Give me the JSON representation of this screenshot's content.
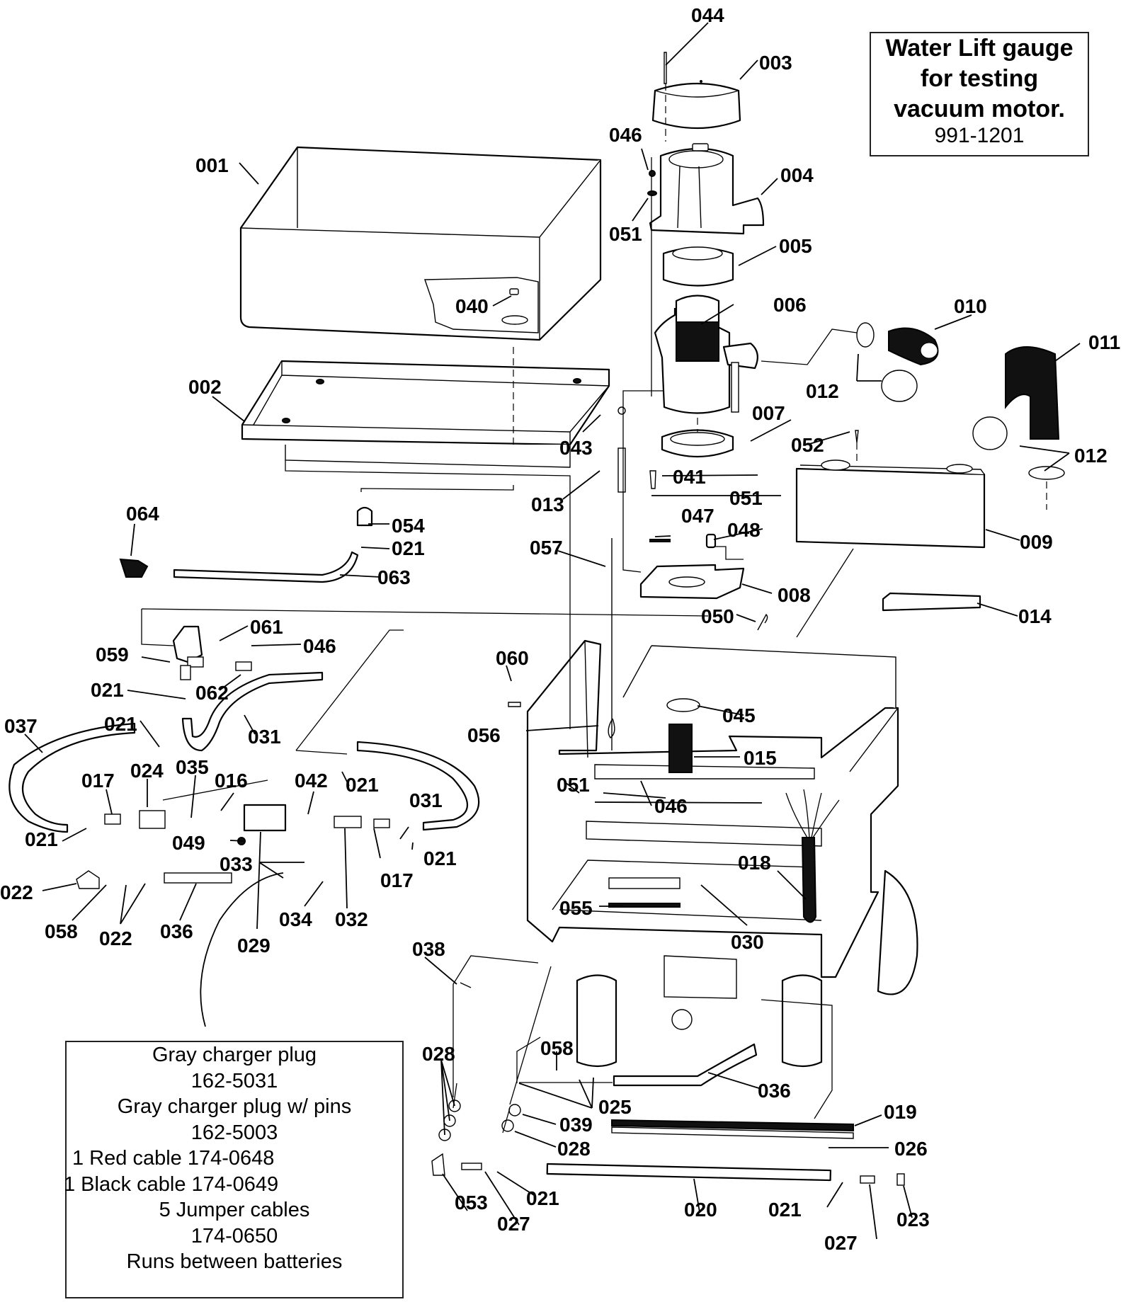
{
  "diagram": {
    "type": "exploded parts diagram",
    "subject": "Battery-powered vacuum / extractor cart assembly"
  },
  "notes": {
    "water_lift": {
      "lines": [
        "Water Lift gauge",
        "for testing",
        "vacuum motor."
      ],
      "part_number": "991-1201"
    },
    "charger": {
      "lines": [
        "Gray charger plug",
        "162-5031",
        "Gray charger plug w/ pins",
        "162-5003",
        "1 Red cable 174-0648",
        "1 Black cable 174-0649",
        "5 Jumper cables",
        "174-0650",
        "Runs between batteries"
      ]
    }
  },
  "callouts": [
    {
      "id": "c044",
      "label": "044"
    },
    {
      "id": "c003",
      "label": "003"
    },
    {
      "id": "c046a",
      "label": "046"
    },
    {
      "id": "c004",
      "label": "004"
    },
    {
      "id": "c001",
      "label": "001"
    },
    {
      "id": "c051a",
      "label": "051"
    },
    {
      "id": "c005",
      "label": "005"
    },
    {
      "id": "c006",
      "label": "006"
    },
    {
      "id": "c040",
      "label": "040"
    },
    {
      "id": "c010",
      "label": "010"
    },
    {
      "id": "c011",
      "label": "011"
    },
    {
      "id": "c002",
      "label": "002"
    },
    {
      "id": "c012a",
      "label": "012"
    },
    {
      "id": "c007",
      "label": "007"
    },
    {
      "id": "c043",
      "label": "043"
    },
    {
      "id": "c052",
      "label": "052"
    },
    {
      "id": "c012b",
      "label": "012"
    },
    {
      "id": "c041",
      "label": "041"
    },
    {
      "id": "c013",
      "label": "013"
    },
    {
      "id": "c051b",
      "label": "051"
    },
    {
      "id": "c064",
      "label": "064"
    },
    {
      "id": "c047",
      "label": "047"
    },
    {
      "id": "c054",
      "label": "054"
    },
    {
      "id": "c048",
      "label": "048"
    },
    {
      "id": "c009",
      "label": "009"
    },
    {
      "id": "c057",
      "label": "057"
    },
    {
      "id": "c021a",
      "label": "021"
    },
    {
      "id": "c063",
      "label": "063"
    },
    {
      "id": "c008",
      "label": "008"
    },
    {
      "id": "c014",
      "label": "014"
    },
    {
      "id": "c050",
      "label": "050"
    },
    {
      "id": "c061",
      "label": "061"
    },
    {
      "id": "c046b",
      "label": "046"
    },
    {
      "id": "c059",
      "label": "059"
    },
    {
      "id": "c060",
      "label": "060"
    },
    {
      "id": "c062",
      "label": "062"
    },
    {
      "id": "c021b",
      "label": "021"
    },
    {
      "id": "c045",
      "label": "045"
    },
    {
      "id": "c037",
      "label": "037"
    },
    {
      "id": "c021c",
      "label": "021"
    },
    {
      "id": "c031a",
      "label": "031"
    },
    {
      "id": "c056",
      "label": "056"
    },
    {
      "id": "c015",
      "label": "015"
    },
    {
      "id": "c017a",
      "label": "017"
    },
    {
      "id": "c024",
      "label": "024"
    },
    {
      "id": "c035",
      "label": "035"
    },
    {
      "id": "c016",
      "label": "016"
    },
    {
      "id": "c042",
      "label": "042"
    },
    {
      "id": "c021d",
      "label": "021"
    },
    {
      "id": "c051c",
      "label": "051"
    },
    {
      "id": "c031b",
      "label": "031"
    },
    {
      "id": "c046c",
      "label": "046"
    },
    {
      "id": "c021e",
      "label": "021"
    },
    {
      "id": "c049",
      "label": "049"
    },
    {
      "id": "c021f",
      "label": "021"
    },
    {
      "id": "c033",
      "label": "033"
    },
    {
      "id": "c018",
      "label": "018"
    },
    {
      "id": "c022a",
      "label": "022"
    },
    {
      "id": "c017b",
      "label": "017"
    },
    {
      "id": "c055",
      "label": "055"
    },
    {
      "id": "c034",
      "label": "034"
    },
    {
      "id": "c032",
      "label": "032"
    },
    {
      "id": "c058a",
      "label": "058"
    },
    {
      "id": "c022b",
      "label": "022"
    },
    {
      "id": "c036a",
      "label": "036"
    },
    {
      "id": "c030",
      "label": "030"
    },
    {
      "id": "c029",
      "label": "029"
    },
    {
      "id": "c038",
      "label": "038"
    },
    {
      "id": "c028a",
      "label": "028"
    },
    {
      "id": "c058b",
      "label": "058"
    },
    {
      "id": "c036b",
      "label": "036"
    },
    {
      "id": "c025",
      "label": "025"
    },
    {
      "id": "c019",
      "label": "019"
    },
    {
      "id": "c039",
      "label": "039"
    },
    {
      "id": "c028b",
      "label": "028"
    },
    {
      "id": "c026",
      "label": "026"
    },
    {
      "id": "c053",
      "label": "053"
    },
    {
      "id": "c021g",
      "label": "021"
    },
    {
      "id": "c027a",
      "label": "027"
    },
    {
      "id": "c020",
      "label": "020"
    },
    {
      "id": "c021h",
      "label": "021"
    },
    {
      "id": "c023",
      "label": "023"
    },
    {
      "id": "c027b",
      "label": "027"
    }
  ]
}
